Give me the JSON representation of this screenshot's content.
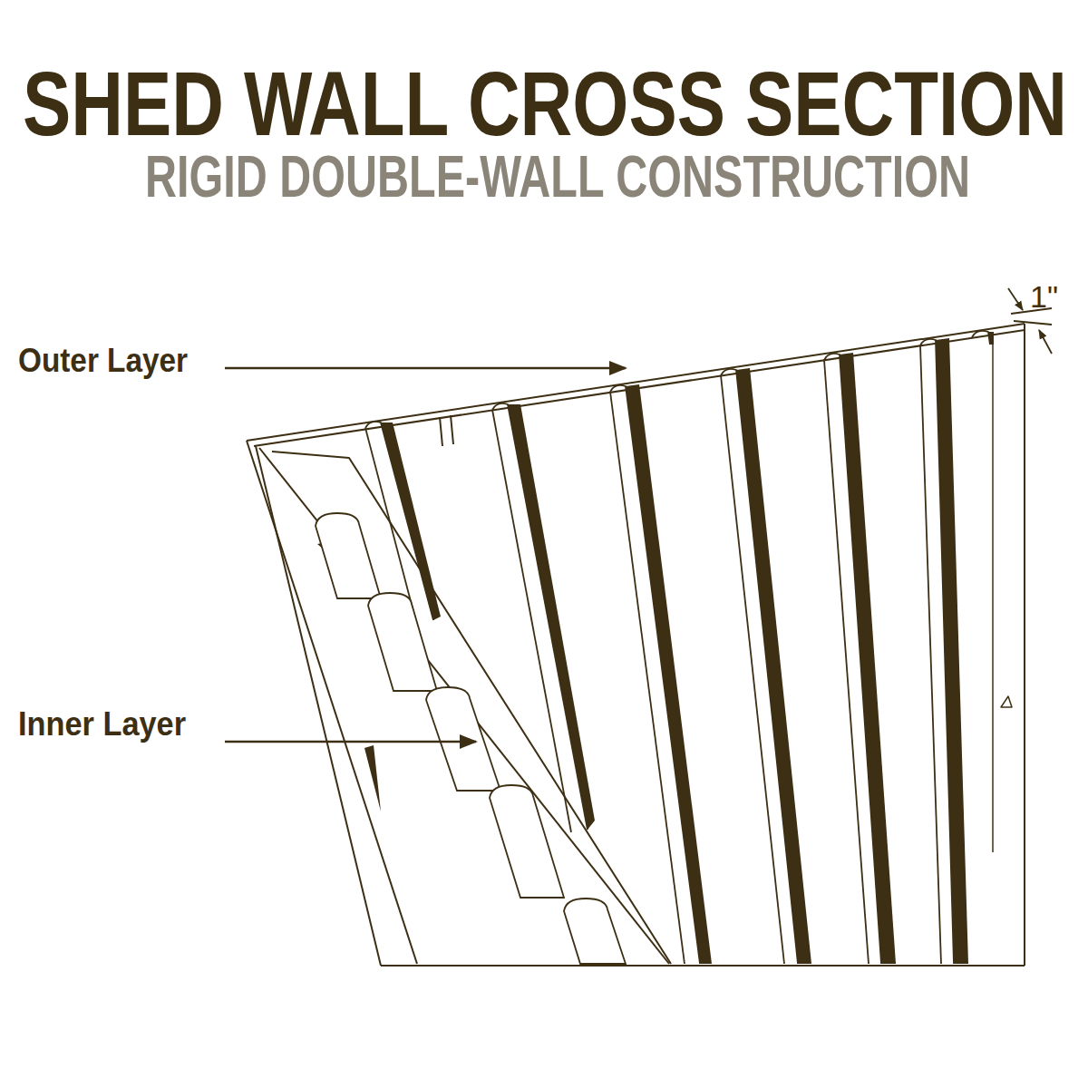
{
  "diagram": {
    "title": "SHED WALL CROSS SECTION",
    "labels": [
      "RIGID DOUBLE-WALL CONSTRUCTION",
      "Outer Layer",
      "Inner Layer",
      "1\""
    ]
  }
}
